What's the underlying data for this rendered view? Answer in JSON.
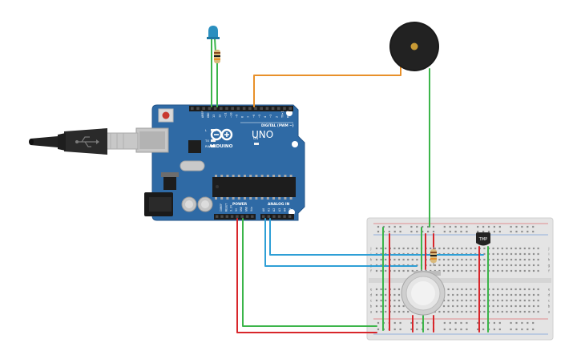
{
  "board": {
    "brand": "ARDUINO",
    "model": "UNO",
    "digital_label": "DIGITAL (PWM ~)",
    "power_label": "POWER",
    "analog_label": "ANALOG IN",
    "digital_pins": [
      "AREF",
      "GND",
      "13",
      "12",
      "~11",
      "~10",
      "~9",
      "8",
      "7",
      "~6",
      "~5",
      "4",
      "~3",
      "2",
      "TX▸1",
      "RX◂0"
    ],
    "power_pins": [
      "IOREF",
      "RESET",
      "3.3V",
      "5V",
      "GND",
      "GND",
      "Vin"
    ],
    "analog_pins": [
      "A0",
      "A1",
      "A2",
      "A3",
      "A4",
      "A5"
    ],
    "led_labels": [
      "L",
      "TX",
      "RX"
    ],
    "on_label": "ON"
  },
  "sensor": {
    "label": "TMP"
  },
  "breadboard": {
    "row_letters": [
      "j",
      "i",
      "h",
      "g",
      "f",
      "e",
      "d",
      "c",
      "b",
      "a"
    ]
  },
  "colors": {
    "board": "#2f6aa5",
    "wire_green": "#3cb54a",
    "wire_red": "#d8262b",
    "wire_orange": "#e8902a",
    "wire_blue": "#2e9fd6",
    "breadboard": "#e6e6e6"
  }
}
